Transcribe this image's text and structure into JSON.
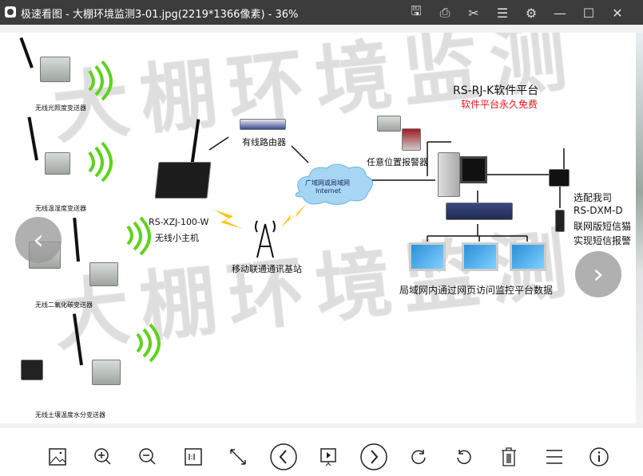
{
  "window": {
    "app_name": "极速看图",
    "title": "极速看图 - 大棚环境监测3-01.jpg(2219*1366像素) - 36%",
    "icons": [
      "save-icon",
      "print-icon",
      "cut-icon",
      "note-icon",
      "settings-icon",
      "minimize-icon",
      "maximize-icon",
      "close-icon"
    ]
  },
  "image": {
    "watermark": "大棚环境监测",
    "sensors": [
      "无线光照度变送器",
      "无线温湿度变送器",
      "无线二氧化碳变送器",
      "无线土壤温度水分变送器"
    ],
    "host_model": "RS-XZJ-100-W",
    "host_label": "无线小主机",
    "router": "有线路由器",
    "base_station": "移动联通通讯基站",
    "cloud_line1": "广域网或局域网",
    "cloud_line2": "Internet",
    "alarm": "任意位置报警器",
    "platform_title": "RS-RJ-K软件平台",
    "platform_sub": "软件平台永久免费",
    "platform_sub_color": "#e8141b",
    "lan_caption": "局域网内通过网页访问监控平台数据",
    "sms": [
      "选配我司",
      "RS-DXM-D",
      "联网版短信猫",
      "实现短信报警"
    ]
  },
  "toolbar": [
    "image-icon",
    "zoom-in-icon",
    "zoom-out-icon",
    "actual-size-icon",
    "fullscreen-icon",
    "previous-icon",
    "slideshow-icon",
    "next-icon",
    "rotate-right-icon",
    "rotate-left-icon",
    "delete-icon",
    "menu-icon",
    "info-icon"
  ]
}
